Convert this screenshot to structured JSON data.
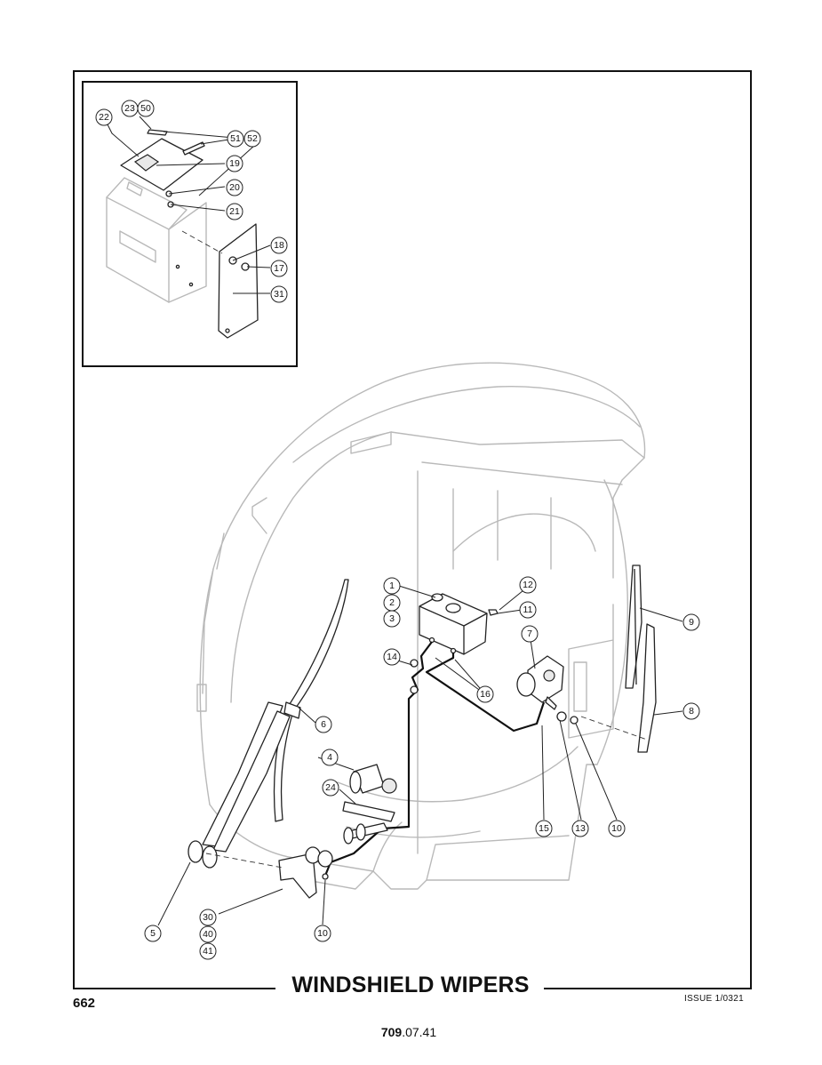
{
  "title": "WINDSHIELD WIPERS",
  "page_number": "662",
  "issue": "ISSUE 1/0321",
  "catalog_ref_bold": "709",
  "catalog_ref_rest": ".07.41",
  "callouts": {
    "c23": "23",
    "c50": "50",
    "c22": "22",
    "c51": "51",
    "c52": "52",
    "c19": "19",
    "c20": "20",
    "c21": "21",
    "c18": "18",
    "c17": "17",
    "c31": "31",
    "c1": "1",
    "c2": "2",
    "c3": "3",
    "c12": "12",
    "c11": "11",
    "c7": "7",
    "c14": "14",
    "c16": "16",
    "c9": "9",
    "c8": "8",
    "c6": "6",
    "c4": "4",
    "c24": "24",
    "c15": "15",
    "c13": "13",
    "c10a": "10",
    "c5": "5",
    "c30": "30",
    "c40": "40",
    "c41": "41",
    "c10b": "10"
  }
}
